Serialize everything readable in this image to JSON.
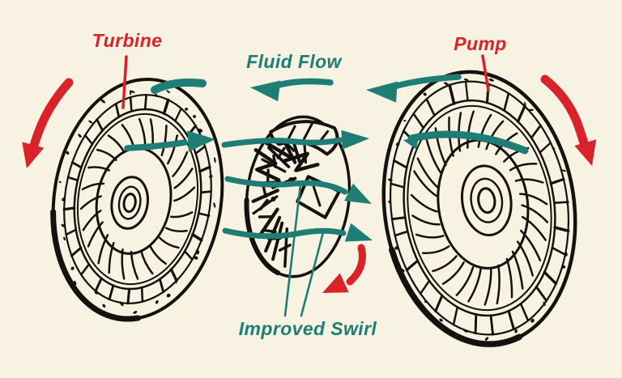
{
  "diagram": {
    "labels": {
      "turbine": "Turbine",
      "pump": "Pump",
      "fluid_flow": "Fluid Flow",
      "improved_swirl": "Improved Swirl"
    },
    "colors": {
      "background": "#f7f2e2",
      "ink": "#15110e",
      "teal": "#1e7e75",
      "red": "#d8232b"
    }
  }
}
